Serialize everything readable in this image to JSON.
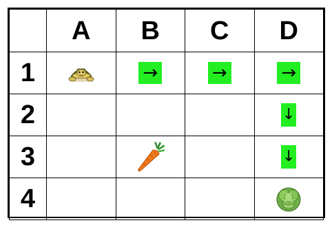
{
  "grid": {
    "columns": [
      "A",
      "B",
      "C",
      "D"
    ],
    "rows": [
      "1",
      "2",
      "3",
      "4"
    ]
  },
  "cells": {
    "A1": {
      "content": "turtle-icon"
    },
    "B1": {
      "content": "arrow",
      "glyph": "→",
      "direction": "right"
    },
    "C1": {
      "content": "arrow",
      "glyph": "→",
      "direction": "right"
    },
    "D1": {
      "content": "arrow",
      "glyph": "→",
      "direction": "right"
    },
    "D2": {
      "content": "arrow",
      "glyph": "↓",
      "direction": "down"
    },
    "B3": {
      "content": "carrot-icon"
    },
    "D3": {
      "content": "arrow",
      "glyph": "↓",
      "direction": "down"
    },
    "D4": {
      "content": "lettuce-icon"
    }
  },
  "colors": {
    "arrow_highlight": "#22ee22",
    "grid_lines": "#000000"
  }
}
